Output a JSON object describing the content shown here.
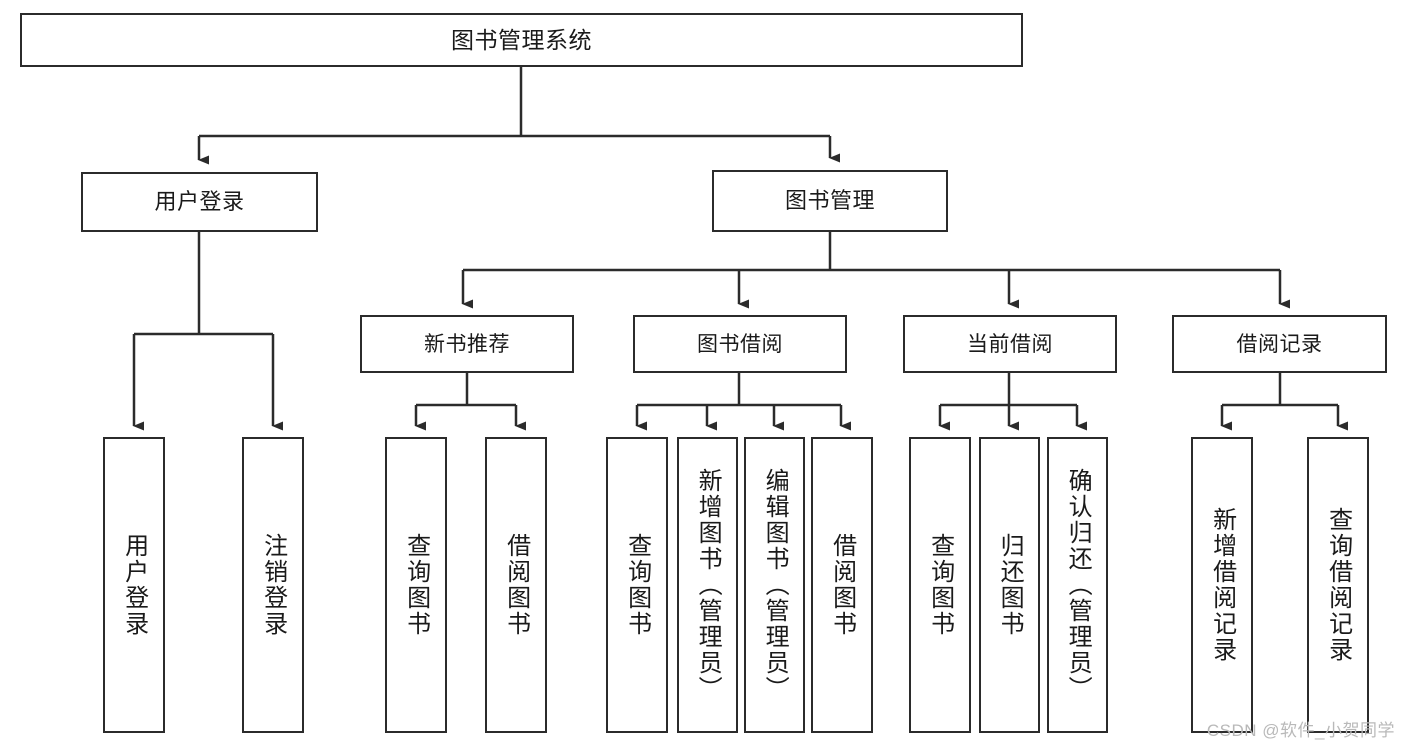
{
  "diagram": {
    "title": "图书管理系统",
    "type": "tree-hierarchy",
    "watermark": "CSDN @软件_小贺同学",
    "colors": {
      "stroke": "#2b2b2b",
      "fill": "#ffffff",
      "text": "#1a1a1a",
      "watermark": "#b9b9b9"
    },
    "nodes": {
      "root": {
        "label": "图书管理系统"
      },
      "level2": [
        {
          "id": "user-login",
          "label": "用户登录"
        },
        {
          "id": "book-management",
          "label": "图书管理"
        }
      ],
      "level3": [
        {
          "id": "new-book-recommend",
          "label": "新书推荐"
        },
        {
          "id": "book-borrow",
          "label": "图书借阅"
        },
        {
          "id": "current-borrow",
          "label": "当前借阅"
        },
        {
          "id": "borrow-record",
          "label": "借阅记录"
        }
      ],
      "leaves": {
        "user-login": [
          {
            "id": "leaf-user-login",
            "label": "用户登录"
          },
          {
            "id": "leaf-logout-login",
            "label": "注销登录"
          }
        ],
        "new-book-recommend": [
          {
            "id": "leaf-query-book-1",
            "label": "查询图书"
          },
          {
            "id": "leaf-borrow-book-1",
            "label": "借阅图书"
          }
        ],
        "book-borrow": [
          {
            "id": "leaf-query-book-2",
            "label": "查询图书"
          },
          {
            "id": "leaf-add-book",
            "label": "新增图书（管理员）"
          },
          {
            "id": "leaf-edit-book",
            "label": "编辑图书（管理员）"
          },
          {
            "id": "leaf-borrow-book-2",
            "label": "借阅图书"
          }
        ],
        "current-borrow": [
          {
            "id": "leaf-query-book-3",
            "label": "查询图书"
          },
          {
            "id": "leaf-return-book",
            "label": "归还图书"
          },
          {
            "id": "leaf-confirm-return",
            "label": "确认归还（管理员）"
          }
        ],
        "borrow-record": [
          {
            "id": "leaf-add-record",
            "label": "新增借阅记录"
          },
          {
            "id": "leaf-query-record",
            "label": "查询借阅记录"
          }
        ]
      }
    }
  }
}
